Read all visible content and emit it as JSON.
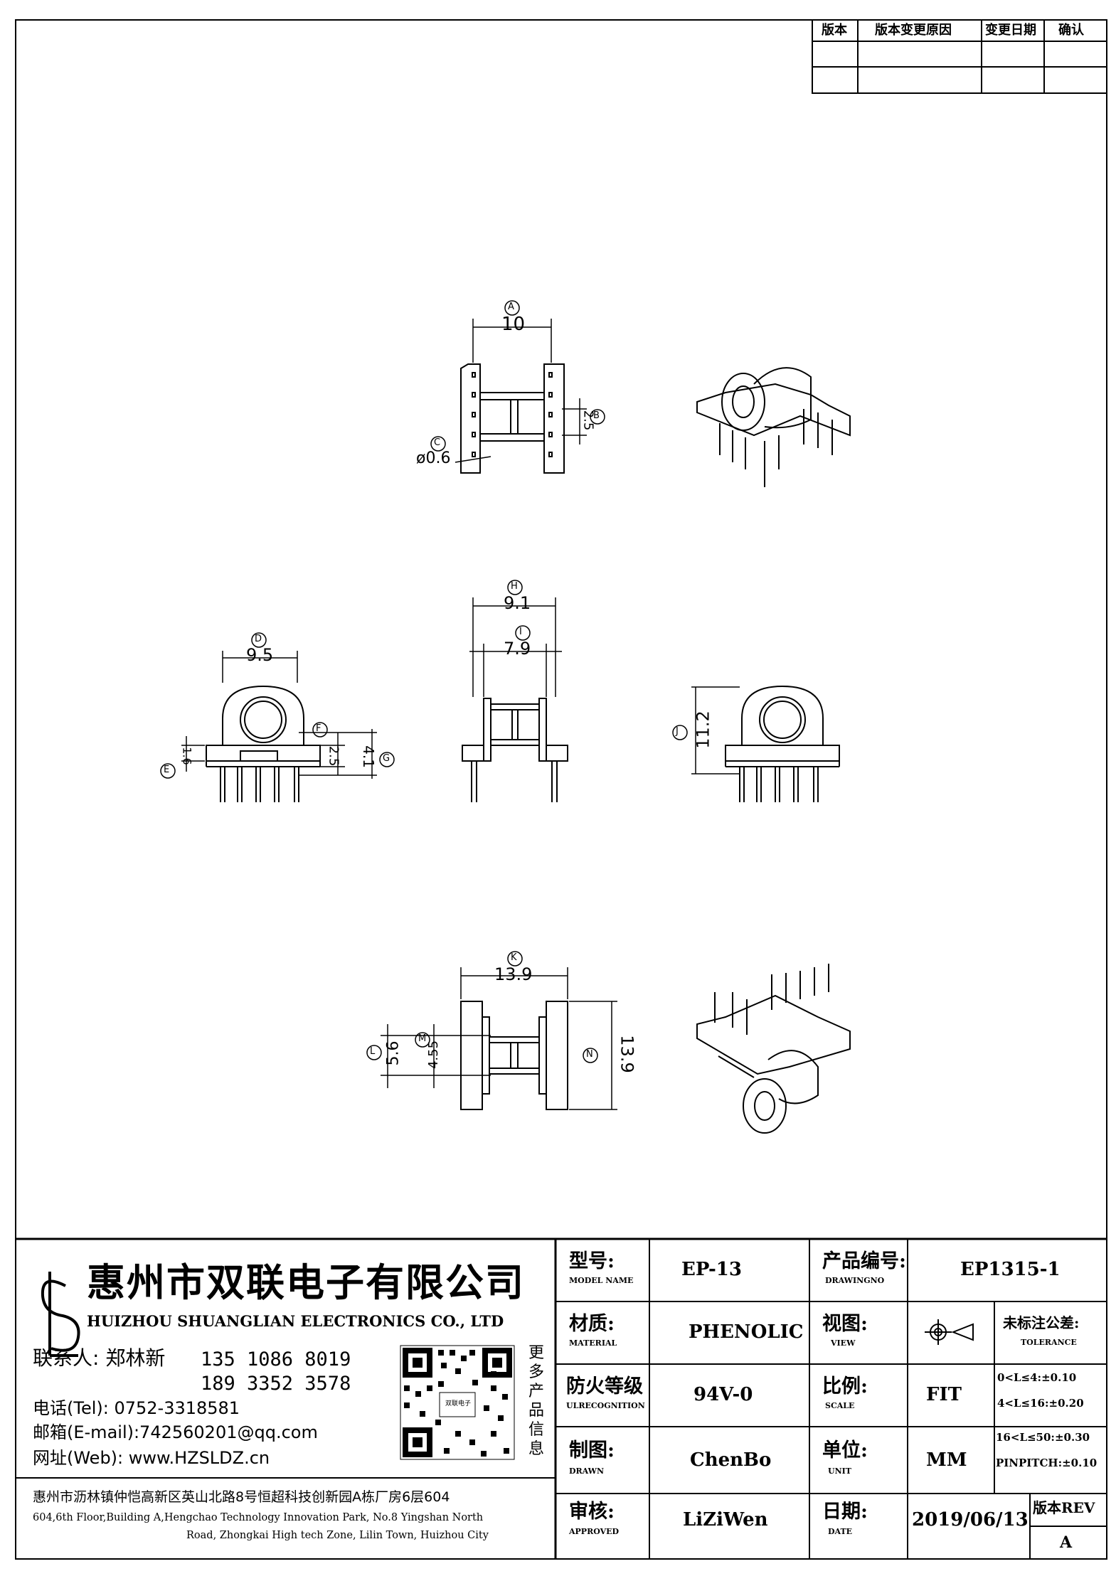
{
  "revision_table": {
    "headers": [
      "版本",
      "版本变更原因",
      "变更日期",
      "确认"
    ]
  },
  "dimension_labels": {
    "A": {
      "letter": "A",
      "value": "10"
    },
    "B": {
      "letter": "B",
      "value": "2.5"
    },
    "C": {
      "letter": "C",
      "value": "ø0.6"
    },
    "D": {
      "letter": "D",
      "value": "9.5"
    },
    "E": {
      "letter": "E",
      "value": "1.6"
    },
    "F": {
      "letter": "F",
      "value": "2.5"
    },
    "G": {
      "letter": "G",
      "value": "4.1"
    },
    "H": {
      "letter": "H",
      "value": "9.1"
    },
    "I": {
      "letter": "I",
      "value": "7.9"
    },
    "J": {
      "letter": "J",
      "value": "11.2"
    },
    "K": {
      "letter": "K",
      "value": "13.9"
    },
    "L": {
      "letter": "L",
      "value": "5.6"
    },
    "M": {
      "letter": "M",
      "value": "4.55"
    },
    "N": {
      "letter": "N",
      "value": "13.9"
    }
  },
  "company": {
    "name_cn": "惠州市双联电子有限公司",
    "name_en": "HUIZHOU SHUANGLIAN ELECTRONICS CO., LTD",
    "contact_label": "联系人: 郑林新",
    "phone1": "135 1086 8019",
    "phone2": "189 3352 3578",
    "tel": "电话(Tel): 0752-3318581",
    "email": "邮箱(E-mail):742560201@qq.com",
    "web": "网址(Web): www.HZSLDZ.cn",
    "qr_caption": [
      "更",
      "多",
      "产",
      "品",
      "信",
      "息"
    ],
    "qr_center": "双联电子",
    "address_cn": "惠州市沥林镇仲恺高新区英山北路8号恒超科技创新园A栋厂房6层604",
    "address_en_1": "604,6th Floor,Building A,Hengchao Technology Innovation Park, No.8 Yingshan North",
    "address_en_2": "Road, Zhongkai High tech Zone, Lilin Town, Huizhou City"
  },
  "title_block": {
    "model_label": "型号:",
    "model_label_en": "MODEL NAME",
    "model_value": "EP-13",
    "drawing_label": "产品编号:",
    "drawing_label_en": "DRAWINGNO",
    "drawing_value": "EP1315-1",
    "material_label": "材质:",
    "material_label_en": "MATERIAL",
    "material_value": "PHENOLIC",
    "view_label": "视图:",
    "view_label_en": "VIEW",
    "tolerance_label": "未标注公差:",
    "tolerance_label_en": "TOLERANCE",
    "fire_label": "防火等级",
    "fire_label_en": "ULRECOGNITION",
    "fire_value": "94V-0",
    "scale_label": "比例:",
    "scale_label_en": "SCALE",
    "scale_value": "FIT",
    "tol1": "0<L≤4:±0.10",
    "tol2": "4<L≤16:±0.20",
    "tol3": "16<L≤50:±0.30",
    "tol4": "PINPITCH:±0.10",
    "drawn_label": "制图:",
    "drawn_label_en": "DRAWN",
    "drawn_value": "ChenBo",
    "unit_label": "单位:",
    "unit_label_en": "UNIT",
    "unit_value": "MM",
    "approved_label": "审核:",
    "approved_label_en": "APPROVED",
    "approved_value": "LiZiWen",
    "date_label": "日期:",
    "date_label_en": "DATE",
    "date_value": "2019/06/13",
    "rev_label": "版本REV",
    "rev_value": "A"
  }
}
